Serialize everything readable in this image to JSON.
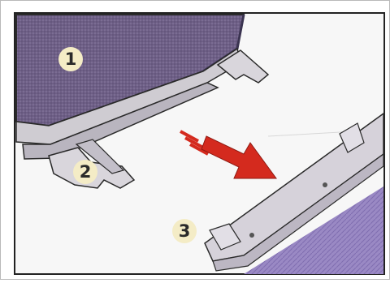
{
  "callouts": [
    {
      "label": "1",
      "part": "seat-base"
    },
    {
      "label": "2",
      "part": "seat-mounting-bracket"
    },
    {
      "label": "3",
      "part": "floor-rail"
    }
  ],
  "arrow": {
    "direction": "down-right",
    "color": "#d42a1e"
  },
  "colors": {
    "seat_fabric": "#6e5f86",
    "metal": "#cfccd2",
    "floor": "#8c7ab8",
    "frame": "#222222",
    "background": "#f7f7f7"
  }
}
